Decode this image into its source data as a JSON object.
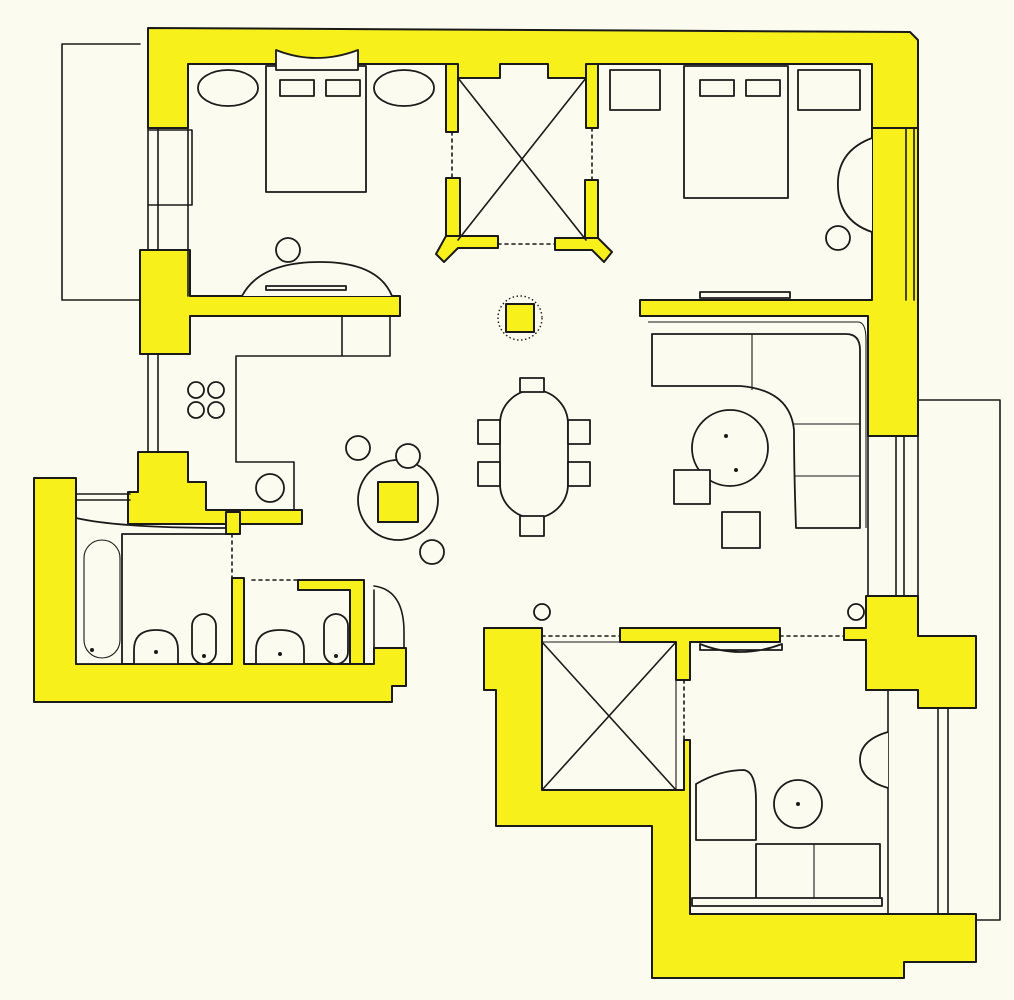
{
  "colors": {
    "wall_fill": "#f7f01a",
    "ink": "#1a1a1a",
    "paper": "#fbfbef"
  },
  "plan": {
    "rooms": [
      "bedroom-left",
      "bedroom-right",
      "stair-hall-top",
      "living-dining",
      "bathroom-left",
      "bathroom-right",
      "stair-hall-bottom",
      "bedroom-bottom"
    ],
    "labels": []
  }
}
